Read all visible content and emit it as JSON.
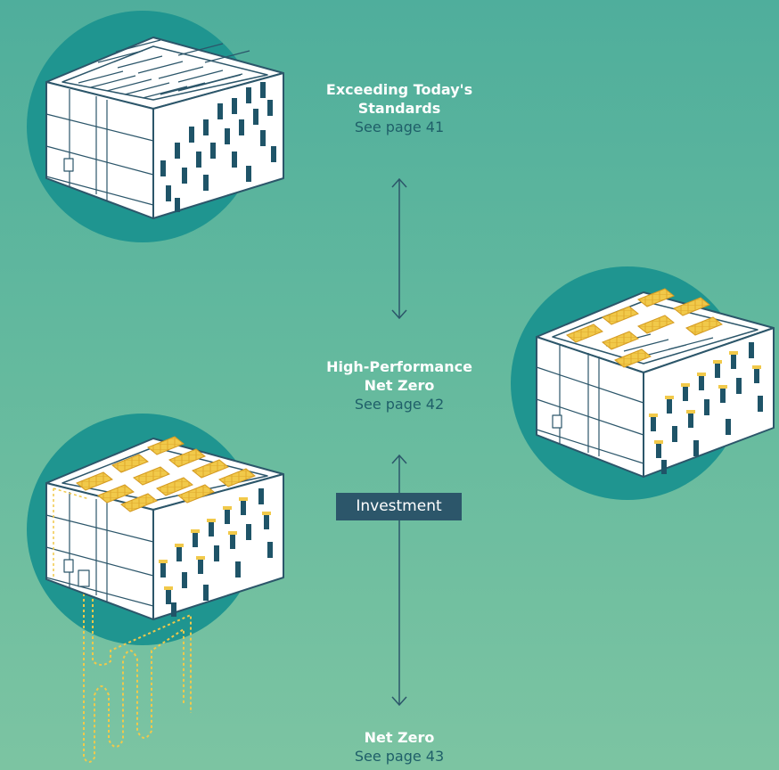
{
  "tiers": [
    {
      "title_line1": "Exceeding Today's",
      "title_line2": "Standards",
      "page": "See page 41"
    },
    {
      "title_line1": "High-Performance",
      "title_line2": "Net Zero",
      "page": "See page 42"
    },
    {
      "title_line1": "Net Zero",
      "title_line2": "",
      "page": "See page 43"
    }
  ],
  "axis_label": "Investment",
  "colors": {
    "background_top": "#4fae9c",
    "background_bottom": "#7cc4a2",
    "circle": "#1f9590",
    "building_outline": "#2c566a",
    "window": "#1f5468",
    "solar": "#f1c94a",
    "page_text": "#1f5f69"
  }
}
